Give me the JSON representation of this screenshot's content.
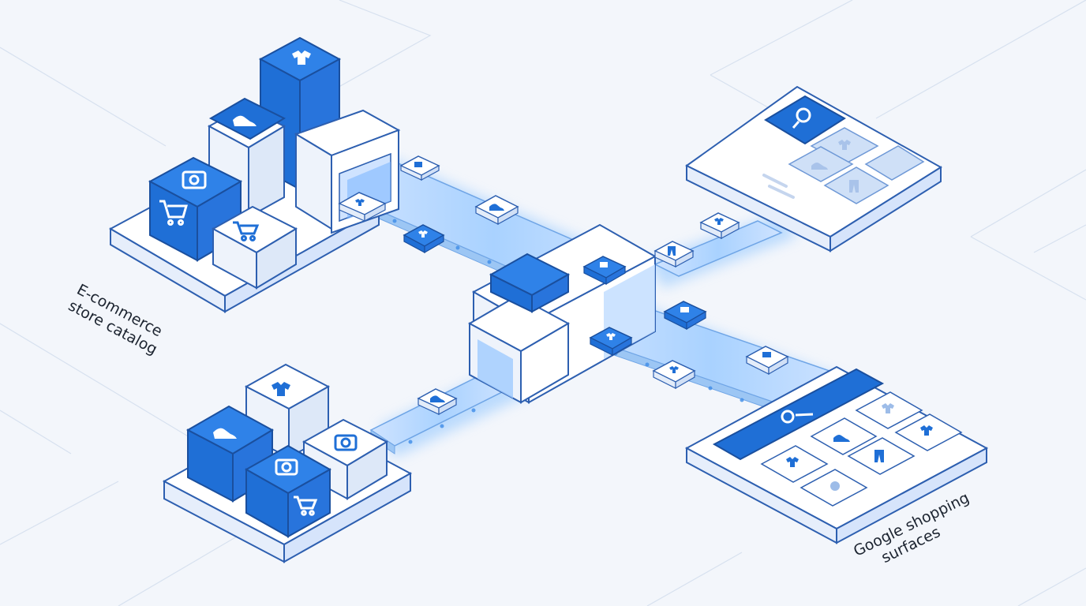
{
  "labels": {
    "source_line1": "E-commerce",
    "source_line2": "store catalog",
    "target_line1": "Google shopping",
    "target_line2": "surfaces"
  },
  "colors": {
    "background": "#f3f6fb",
    "accent_blue": "#1f6fd6",
    "light_blue": "#cfe3ff",
    "outline": "#2d5fb0",
    "platform_white": "#ffffff",
    "glow": "#8ec5ff"
  },
  "icons": [
    "shirt-icon",
    "shoe-icon",
    "camera-icon",
    "cart-icon",
    "search-icon",
    "pants-icon",
    "tag-icon"
  ]
}
